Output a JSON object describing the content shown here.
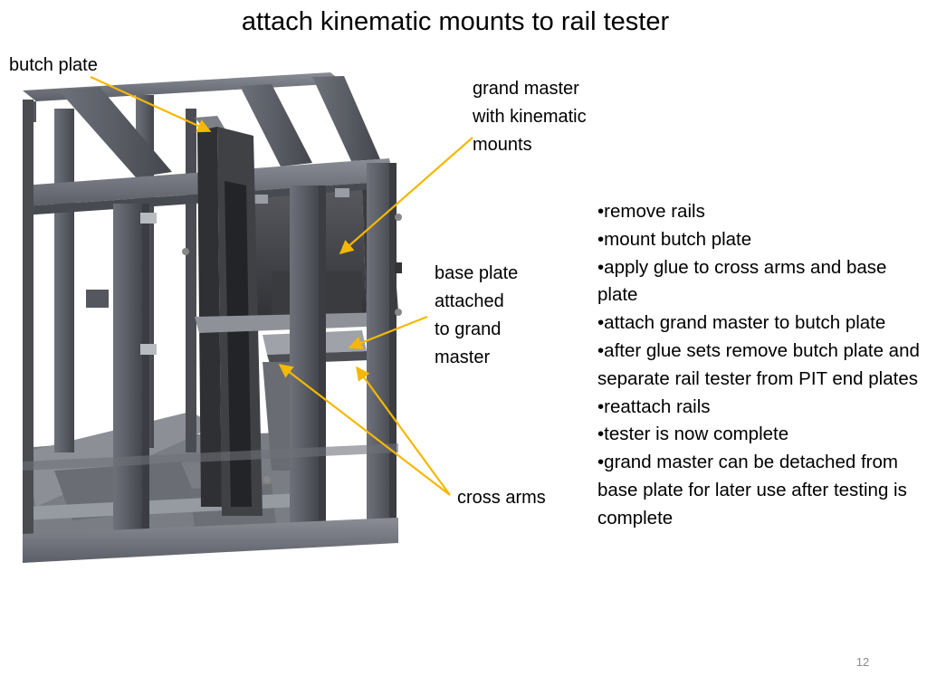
{
  "title": "attach kinematic mounts to rail tester",
  "labels": {
    "butch_plate": "butch plate",
    "grand_master": [
      "grand master",
      "with kinematic",
      "mounts"
    ],
    "base_plate": [
      "base plate",
      "attached",
      "to grand",
      "master"
    ],
    "cross_arms": "cross arms"
  },
  "steps": [
    "•remove rails",
    "•mount butch plate",
    "•apply glue to cross arms and base plate",
    "•attach grand master to butch plate",
    "•after glue sets remove butch plate and separate rail tester from PIT end plates",
    "•reattach rails",
    "•tester is now complete",
    "•grand master can be detached from base plate for later use after testing is complete"
  ],
  "slide_number": "12",
  "colors": {
    "arrow": "#f5b800",
    "steel": "#5b5e66",
    "steel_dark": "#3c3e43",
    "steel_light": "#7b7e86"
  }
}
